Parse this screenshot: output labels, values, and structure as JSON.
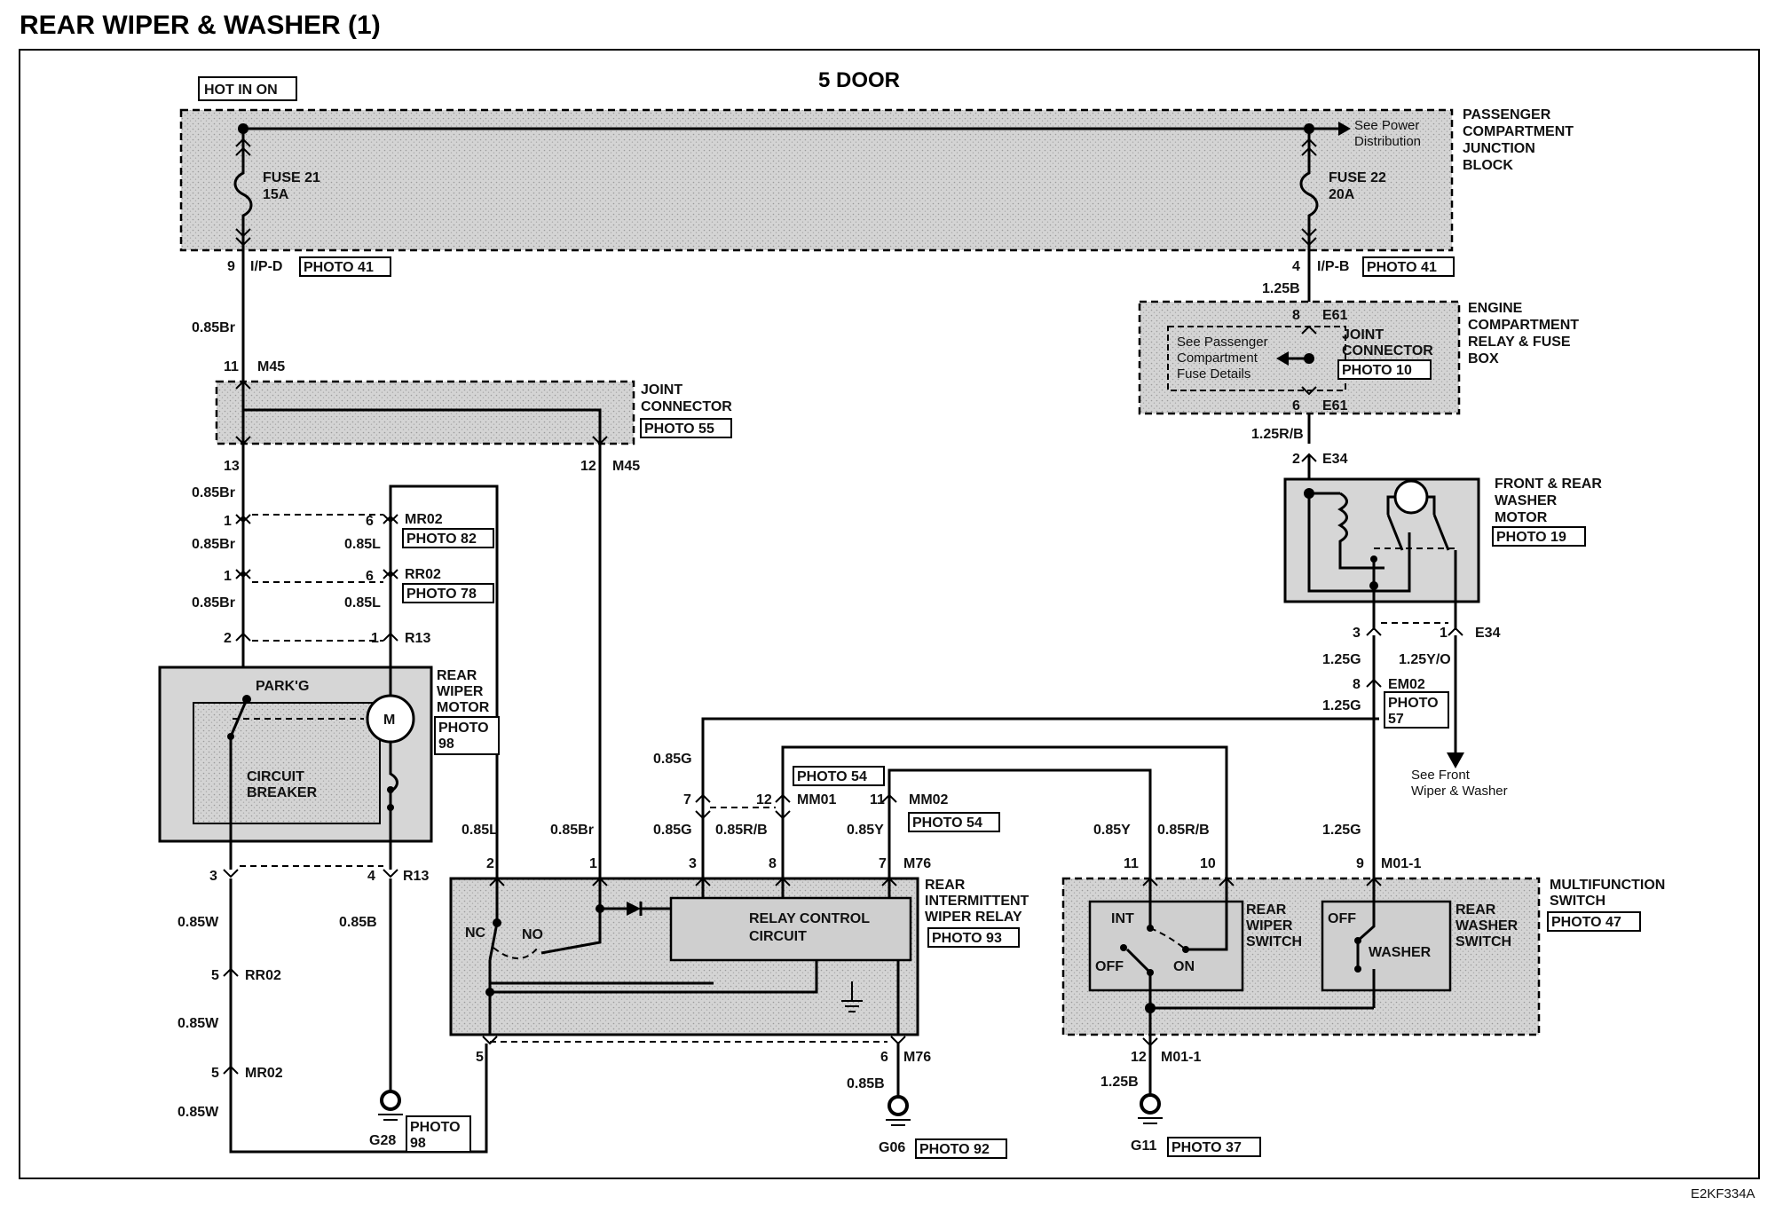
{
  "title": "REAR WIPER & WASHER (1)",
  "variant": "5 DOOR",
  "figure_code": "E2KF334A",
  "hot_label": "HOT IN ON",
  "junction_block": {
    "label_l1": "PASSENGER",
    "label_l2": "COMPARTMENT",
    "label_l3": "JUNCTION",
    "label_l4": "BLOCK",
    "see_l1": "See Power",
    "see_l2": "Distribution",
    "fuse21_name": "FUSE 21",
    "fuse21_rating": "15A",
    "fuse22_name": "FUSE 22",
    "fuse22_rating": "20A"
  },
  "connectors": {
    "ipd_pin": "9",
    "ipd": "I/P-D",
    "ipd_photo": "PHOTO 41",
    "ipb_pin": "4",
    "ipb": "I/P-B",
    "ipb_photo": "PHOTO 41",
    "m45_top_pin": "11",
    "m45": "M45",
    "m45_b1_pin": "13",
    "m45_b2_pin": "12",
    "m45_b2": "M45",
    "mr02_a_pin1": "1",
    "mr02_a_pin6": "6",
    "mr02": "MR02",
    "mr02_photo": "PHOTO 82",
    "rr02_a_pin1": "1",
    "rr02_a_pin6": "6",
    "rr02": "RR02",
    "rr02_photo": "PHOTO 78",
    "r13_top_pin2": "2",
    "r13_top_pin1": "1",
    "r13": "R13",
    "r13_bot_pin3": "3",
    "r13_bot_pin4": "4",
    "r13_b": "R13",
    "rr02_b_pin": "5",
    "rr02_b": "RR02",
    "mr02_b_pin": "5",
    "mr02_b": "MR02",
    "e61_top_pin": "8",
    "e61": "E61",
    "e61_bot_pin": "6",
    "e61_b": "E61",
    "e34_top_pin": "2",
    "e34": "E34",
    "e34_bot_pin3": "3",
    "e34_bot_pin1": "1",
    "e34_b": "E34",
    "em02_pin": "8",
    "em02": "EM02",
    "em02_photo_l1": "PHOTO",
    "em02_photo_l2": "57",
    "mm01_pin7": "7",
    "mm01_pin12": "12",
    "mm01": "MM01",
    "mm01_photo": "PHOTO 54",
    "mm02_pin": "11",
    "mm02": "MM02",
    "mm02_photo": "PHOTO 54",
    "m76_pin2": "2",
    "m76_pin1": "1",
    "m76_pin3": "3",
    "m76_pin8": "8",
    "m76_pin7": "7",
    "m76": "M76",
    "m76_b_pin5": "5",
    "m76_b_pin6": "6",
    "m76_b": "M76",
    "m011_pin11": "11",
    "m011_pin10": "10",
    "m011_pin9": "9",
    "m011": "M01-1",
    "m011_b_pin": "12",
    "m011_b": "M01-1"
  },
  "wires": {
    "w_085br_1": "0.85Br",
    "w_085br_2": "0.85Br",
    "w_085br_3": "0.85Br",
    "w_085br_4": "0.85Br",
    "w_085l_1": "0.85L",
    "w_085l_2": "0.85L",
    "w_085w_1": "0.85W",
    "w_085w_2": "0.85W",
    "w_085w_3": "0.85W",
    "w_085b_g28": "0.85B",
    "w_085l_relay": "0.85L",
    "w_085br_relay": "0.85Br",
    "w_085g_top": "0.85G",
    "w_085g_bot": "0.85G",
    "w_085rb": "0.85R/B",
    "w_085y": "0.85Y",
    "w_085b_g06": "0.85B",
    "w_085y_sw": "0.85Y",
    "w_085rb_sw": "0.85R/B",
    "w_125b_top": "1.25B",
    "w_125rb": "1.25R/B",
    "w_125g_1": "1.25G",
    "w_125yo": "1.25Y/O",
    "w_125g_2": "1.25G",
    "w_125g_3": "1.25G",
    "w_125b_g11": "1.25B"
  },
  "joint_connector": {
    "l1": "JOINT",
    "l2": "CONNECTOR",
    "photo": "PHOTO 55"
  },
  "engine_box": {
    "l1": "ENGINE",
    "l2": "COMPARTMENT",
    "l3": "RELAY & FUSE",
    "l4": "BOX",
    "jc_l1": "JOINT",
    "jc_l2": "CONNECTOR",
    "jc_photo": "PHOTO 10",
    "see_l1": "See Passenger",
    "see_l2": "Compartment",
    "see_l3": "Fuse Details"
  },
  "washer_motor": {
    "l1": "FRONT & REAR",
    "l2": "WASHER",
    "l3": "MOTOR",
    "photo": "PHOTO 19"
  },
  "see_front": {
    "l1": "See Front",
    "l2": "Wiper & Washer"
  },
  "wiper_motor": {
    "l1": "REAR",
    "l2": "WIPER",
    "l3": "MOTOR",
    "photo_l1": "PHOTO",
    "photo_l2": "98",
    "parkg": "PARK'G",
    "cb_l1": "CIRCUIT",
    "cb_l2": "BREAKER",
    "motor_symbol": "M"
  },
  "relay": {
    "l1": "REAR",
    "l2": "INTERMITTENT",
    "l3": "WIPER RELAY",
    "photo": "PHOTO 93",
    "nc": "NC",
    "no": "NO",
    "rcc_l1": "RELAY CONTROL",
    "rcc_l2": "CIRCUIT"
  },
  "mf_switch": {
    "l1": "MULTIFUNCTION",
    "l2": "SWITCH",
    "photo": "PHOTO 47",
    "rws_l1": "REAR",
    "rws_l2": "WIPER",
    "rws_l3": "SWITCH",
    "int": "INT",
    "off": "OFF",
    "on": "ON",
    "rwa_l1": "REAR",
    "rwa_l2": "WASHER",
    "rwa_l3": "SWITCH",
    "off2": "OFF",
    "washer": "WASHER"
  },
  "grounds": {
    "g28": "G28",
    "g28_photo_l1": "PHOTO",
    "g28_photo_l2": "98",
    "g06": "G06",
    "g06_photo": "PHOTO 92",
    "g11": "G11",
    "g11_photo": "PHOTO 37"
  }
}
